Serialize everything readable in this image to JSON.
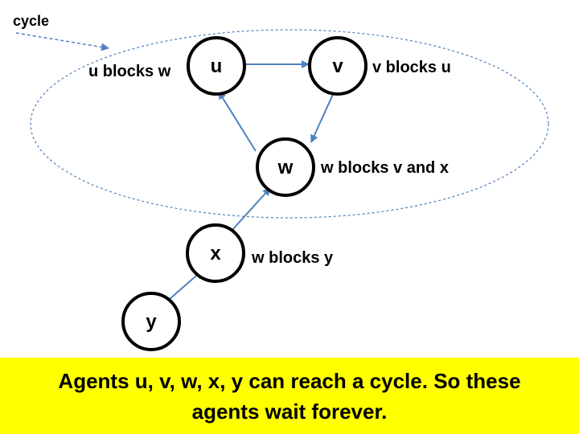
{
  "colors": {
    "edge": "#4f81bd",
    "node_stroke": "#000000",
    "cycle_outline": "#4f81bd",
    "footer_background": "#ffff00"
  },
  "diagram": {
    "cycle_label": "cycle",
    "nodes": [
      {
        "id": "u",
        "label": "u",
        "annotation": "u blocks w"
      },
      {
        "id": "v",
        "label": "v",
        "annotation": "v blocks u"
      },
      {
        "id": "w",
        "label": "w",
        "annotation": "w blocks v and x"
      },
      {
        "id": "x",
        "label": "x",
        "annotation": "w blocks y"
      },
      {
        "id": "y",
        "label": "y",
        "annotation": ""
      }
    ],
    "edges": [
      {
        "from": "u",
        "to": "v"
      },
      {
        "from": "v",
        "to": "w"
      },
      {
        "from": "w",
        "to": "u"
      },
      {
        "from": "x",
        "to": "w"
      },
      {
        "from": "y",
        "to": "x"
      }
    ]
  },
  "footer": {
    "line1": "Agents u, v, w,  x, y can reach  a cycle. So these",
    "line2": "agents wait forever."
  }
}
